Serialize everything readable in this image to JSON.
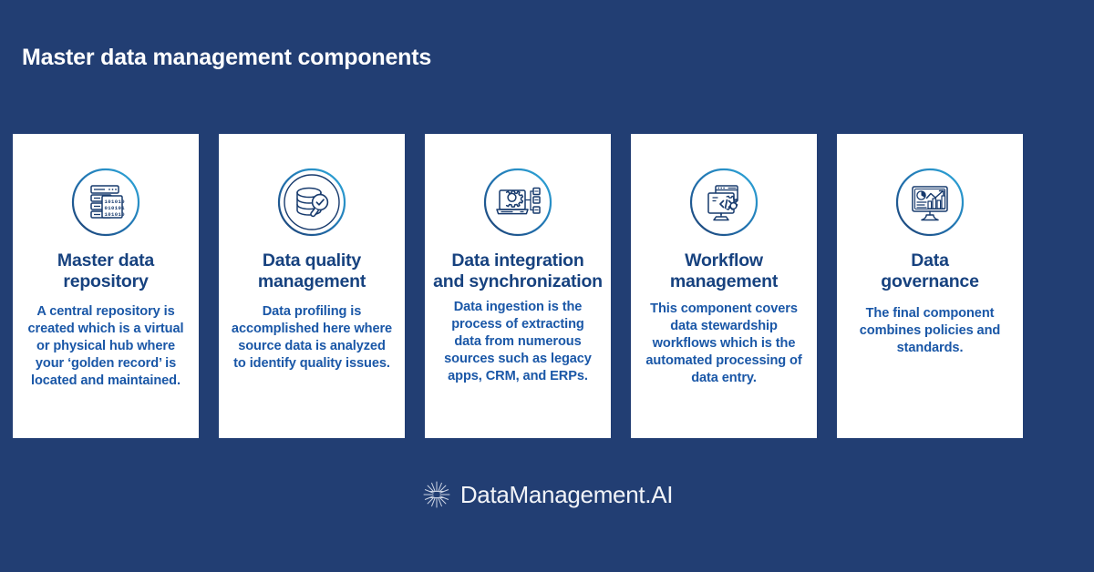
{
  "header": {
    "title": "Master data management components"
  },
  "theme": {
    "background": "#223e73",
    "card_background": "#ffffff",
    "title_color": "#17427f",
    "body_color": "#1a57a7",
    "heading_color": "#ffffff",
    "icon_gradient_light": "#2eaadc",
    "icon_gradient_dark": "#1d3f72"
  },
  "cards": [
    {
      "icon": "server-stack-binary-icon",
      "title": "Master data\nrepository",
      "body": "A central repository is created which is a virtual or physical hub where your ‘golden record’ is located and maintained."
    },
    {
      "icon": "database-magnifier-check-icon",
      "title": "Data quality\nmanagement",
      "body": "Data profiling is accomplished here where source data is analyzed to identify quality issues."
    },
    {
      "icon": "laptop-gear-nodes-icon",
      "title": "Data integration\nand synchronization",
      "body": "Data ingestion is the process of extracting data from numerous sources such as legacy apps, CRM, and ERPs."
    },
    {
      "icon": "monitor-code-gear-icon",
      "title": "Workflow\nmanagement",
      "body": "This component covers data stewardship workflows which is the automated processing of data entry."
    },
    {
      "icon": "monitor-analytics-dashboard-icon",
      "title": "Data\ngovernance",
      "body": "The final component combines policies and standards."
    }
  ],
  "footer": {
    "logo_icon": "starburst-icon",
    "logo_text": "DataManagement.AI"
  }
}
